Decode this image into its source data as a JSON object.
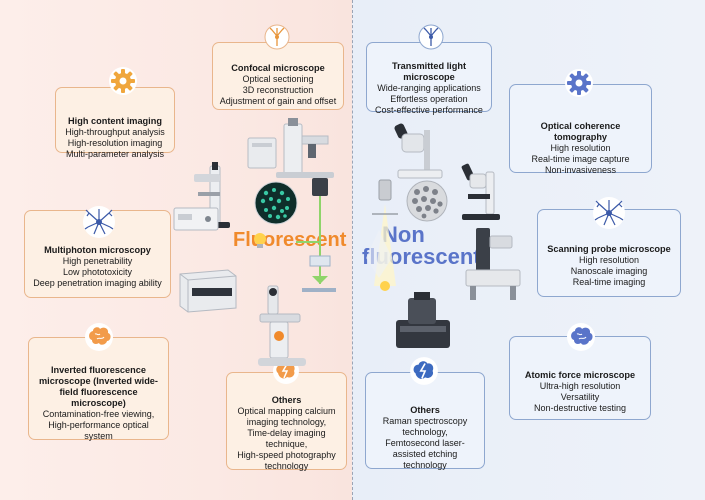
{
  "sides": {
    "left": {
      "heading": "Fluorescent",
      "color": "#f08a2c"
    },
    "right": {
      "heading_line1": "Non",
      "heading_line2": "fluorescent",
      "color": "#5a74c9"
    }
  },
  "cards": {
    "confocal": {
      "title": "Confocal microscope",
      "lines": [
        "Optical sectioning",
        "3D reconstruction",
        "Adjustment of gain and offset"
      ],
      "icon": "neuron-icon"
    },
    "high_content": {
      "title": "High content imaging",
      "lines": [
        "High-throughput analysis",
        "High-resolution imaging",
        "Multi-parameter analysis"
      ],
      "icon": "gear-icon"
    },
    "multiphoton": {
      "title": "Multiphoton microscopy",
      "lines": [
        "High penetrability",
        "Low phototoxicity",
        "Deep penetration imaging ability"
      ],
      "icon": "neuron-network-icon"
    },
    "inverted": {
      "title": "Inverted fluorescence microscope (Inverted wide-field fluorescence microscope)",
      "lines": [
        "Contamination-free viewing,",
        "High-performance optical system"
      ],
      "icon": "brain-icon"
    },
    "others_left": {
      "title": "Others",
      "lines": [
        "Optical mapping calcium",
        "imaging technology,",
        "Time-delay imaging",
        "technique,",
        "High-speed photography",
        "technology"
      ],
      "icon": "brain-lightning-icon"
    },
    "transmitted": {
      "title": "Transmitted light microscope",
      "lines": [
        "Wide-ranging applications",
        "Effortless operation",
        "Cost-effective performance"
      ],
      "icon": "neuron-icon"
    },
    "oct": {
      "title": "Optical coherence tomography",
      "lines": [
        "High resolution",
        "Real-time image capture",
        "Non-invasiveness"
      ],
      "icon": "gear-icon"
    },
    "spm": {
      "title": "Scanning probe microscope",
      "lines": [
        "High resolution",
        "Nanoscale imaging",
        "Real-time imaging"
      ],
      "icon": "neuron-network-icon"
    },
    "afm": {
      "title": "Atomic force microscope",
      "lines": [
        "Ultra-high resolution",
        "Versatility",
        "Non-destructive testing"
      ],
      "icon": "brain-icon"
    },
    "others_right": {
      "title": "Others",
      "lines": [
        "Raman spectroscopy",
        "technology,",
        "Femtosecond laser-",
        "assisted etching technology"
      ],
      "icon": "brain-lightning-icon"
    }
  },
  "colors": {
    "warm_border": "#e9b68c",
    "cool_border": "#8ea7cf",
    "orange": "#f08a2c",
    "blue": "#5a74c9"
  }
}
